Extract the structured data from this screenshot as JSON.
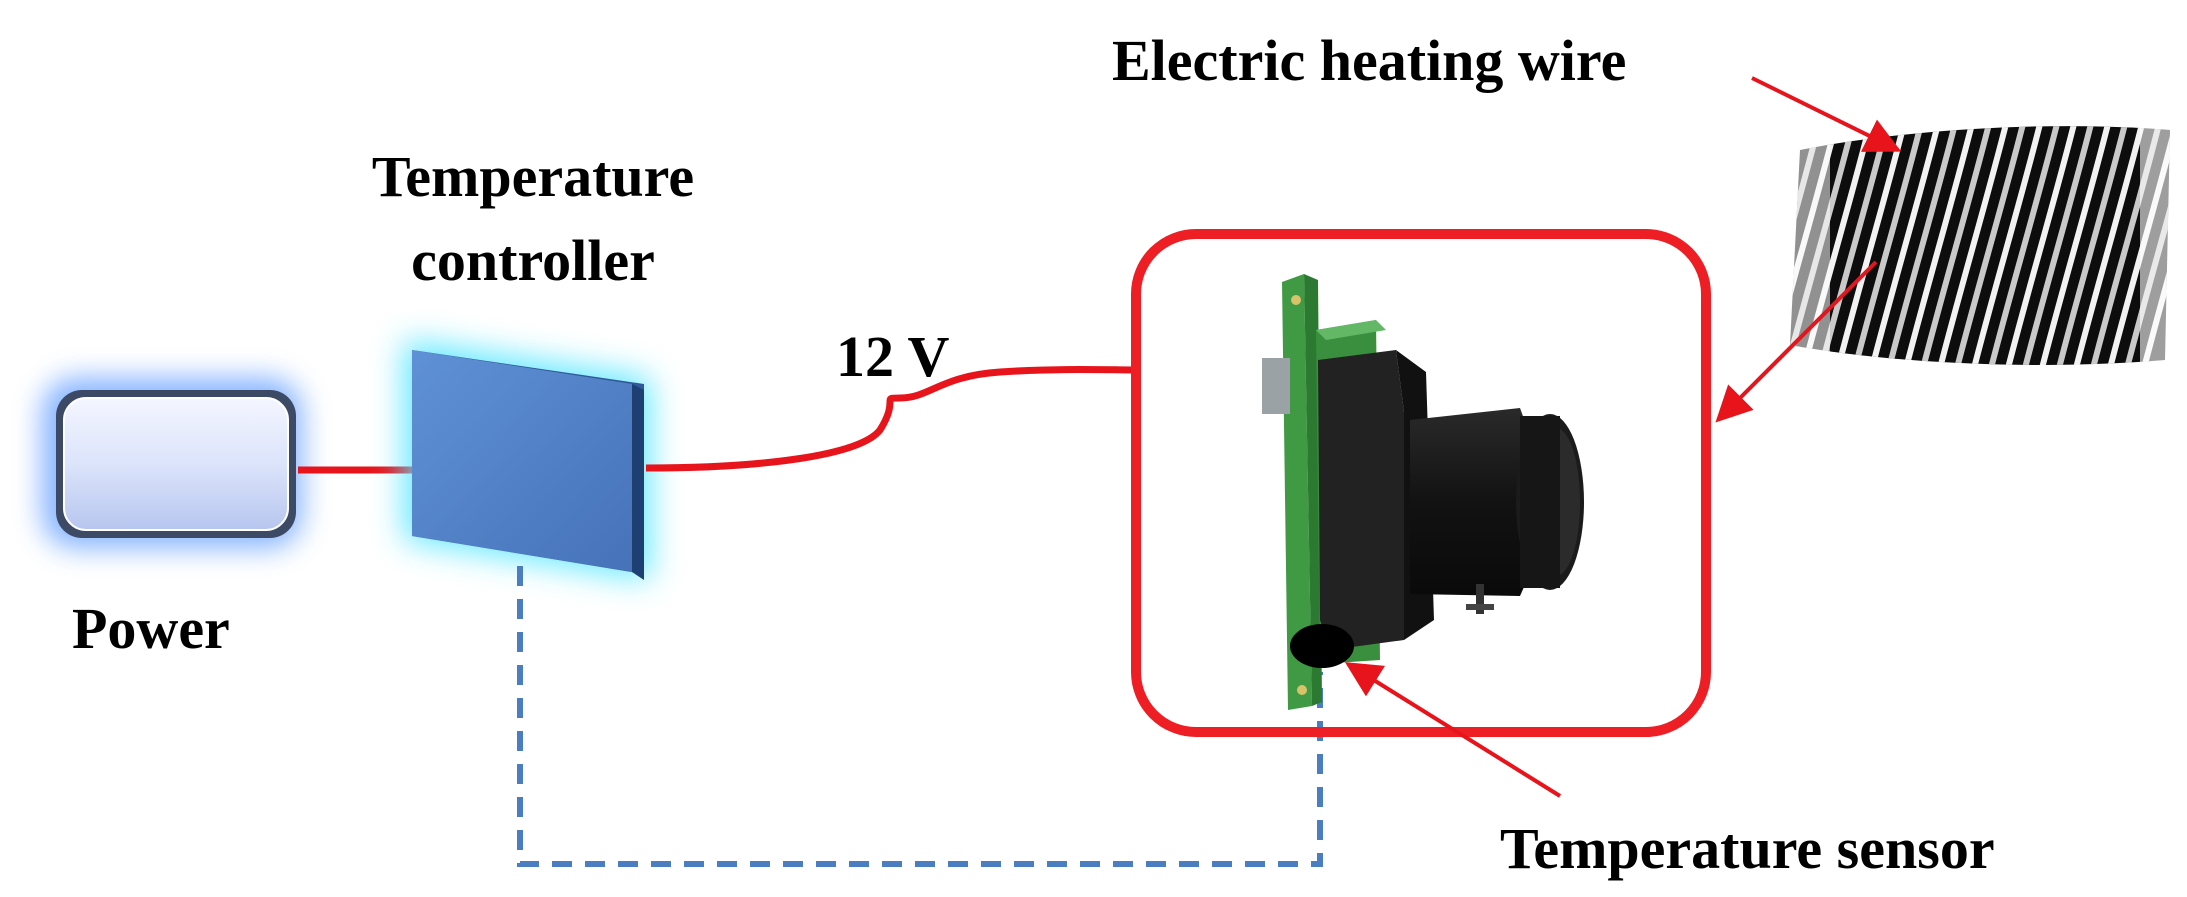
{
  "labels": {
    "heating_wire": "Electric heating wire",
    "controller_line1": "Temperature",
    "controller_line2": "controller",
    "voltage": "12 V",
    "power": "Power",
    "sensor": "Temperature sensor"
  },
  "colors": {
    "wire": "#e8141c",
    "control_line": "#4a7ec0",
    "power_glow": "#6ea6ff",
    "controller_glow": "#52e6ff",
    "controller_fill": "#5283c9",
    "enclosure": "#ee1f24",
    "pcb": "#3f9a43",
    "camera_body": "#1a1a1a",
    "sensor": "#000000"
  },
  "icons": {
    "power": "power-supply-icon",
    "controller": "temperature-controller-icon",
    "camera": "camera-module-icon",
    "sensor": "temperature-sensor-icon",
    "heating_wire": "heating-wire-coil-icon"
  }
}
